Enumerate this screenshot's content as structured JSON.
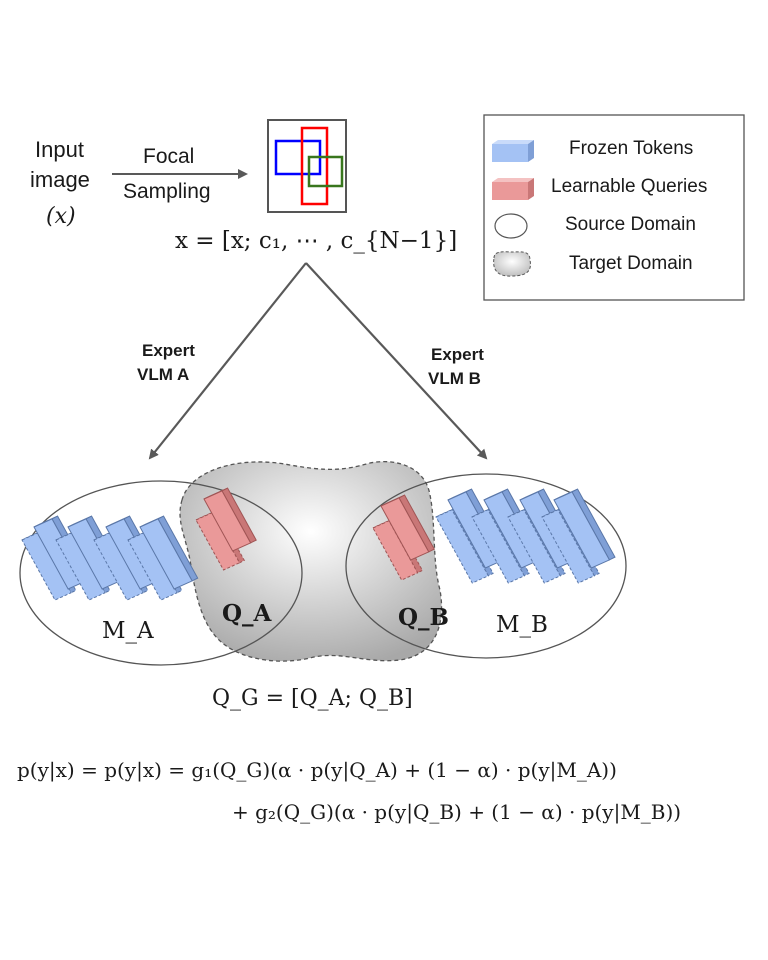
{
  "input": {
    "line1": "Input",
    "line2": "image",
    "var": "(x)"
  },
  "focal": {
    "line1": "Focal",
    "line2": "Sampling"
  },
  "crops_formula": "x = [x; c₁, ⋯ , c_{N−1}]",
  "experts": {
    "a_line1": "Expert",
    "a_line2": "VLM A",
    "b_line1": "Expert",
    "b_line2": "VLM B"
  },
  "legend": {
    "frozen": "Frozen Tokens",
    "learnable": "Learnable Queries",
    "source": "Source Domain",
    "target": "Target Domain"
  },
  "labels": {
    "ma": "M_A",
    "qa": "Q_A",
    "qb": "Q_B",
    "mb": "M_B"
  },
  "qg_formula": "Q_G = [Q_A; Q_B]",
  "equation": {
    "line1": "p(y|x) = p(y|x) = g₁(Q_G)(α · p(y|Q_A) + (1 − α) · p(y|M_A))",
    "line2": "+ g₂(Q_G)(α · p(y|Q_B) + (1 − α) · p(y|M_B))"
  },
  "colors": {
    "frozen_face": "#a4c2f4",
    "frozen_side": "#7f9fd6",
    "frozen_top": "#c9dbfa",
    "learnable_face": "#ea9999",
    "learnable_side": "#c97777",
    "learnable_top": "#f4c2c2",
    "box_blue": "#0000ff",
    "box_red": "#ff0000",
    "box_green": "#38761d",
    "arrow": "#595959"
  }
}
